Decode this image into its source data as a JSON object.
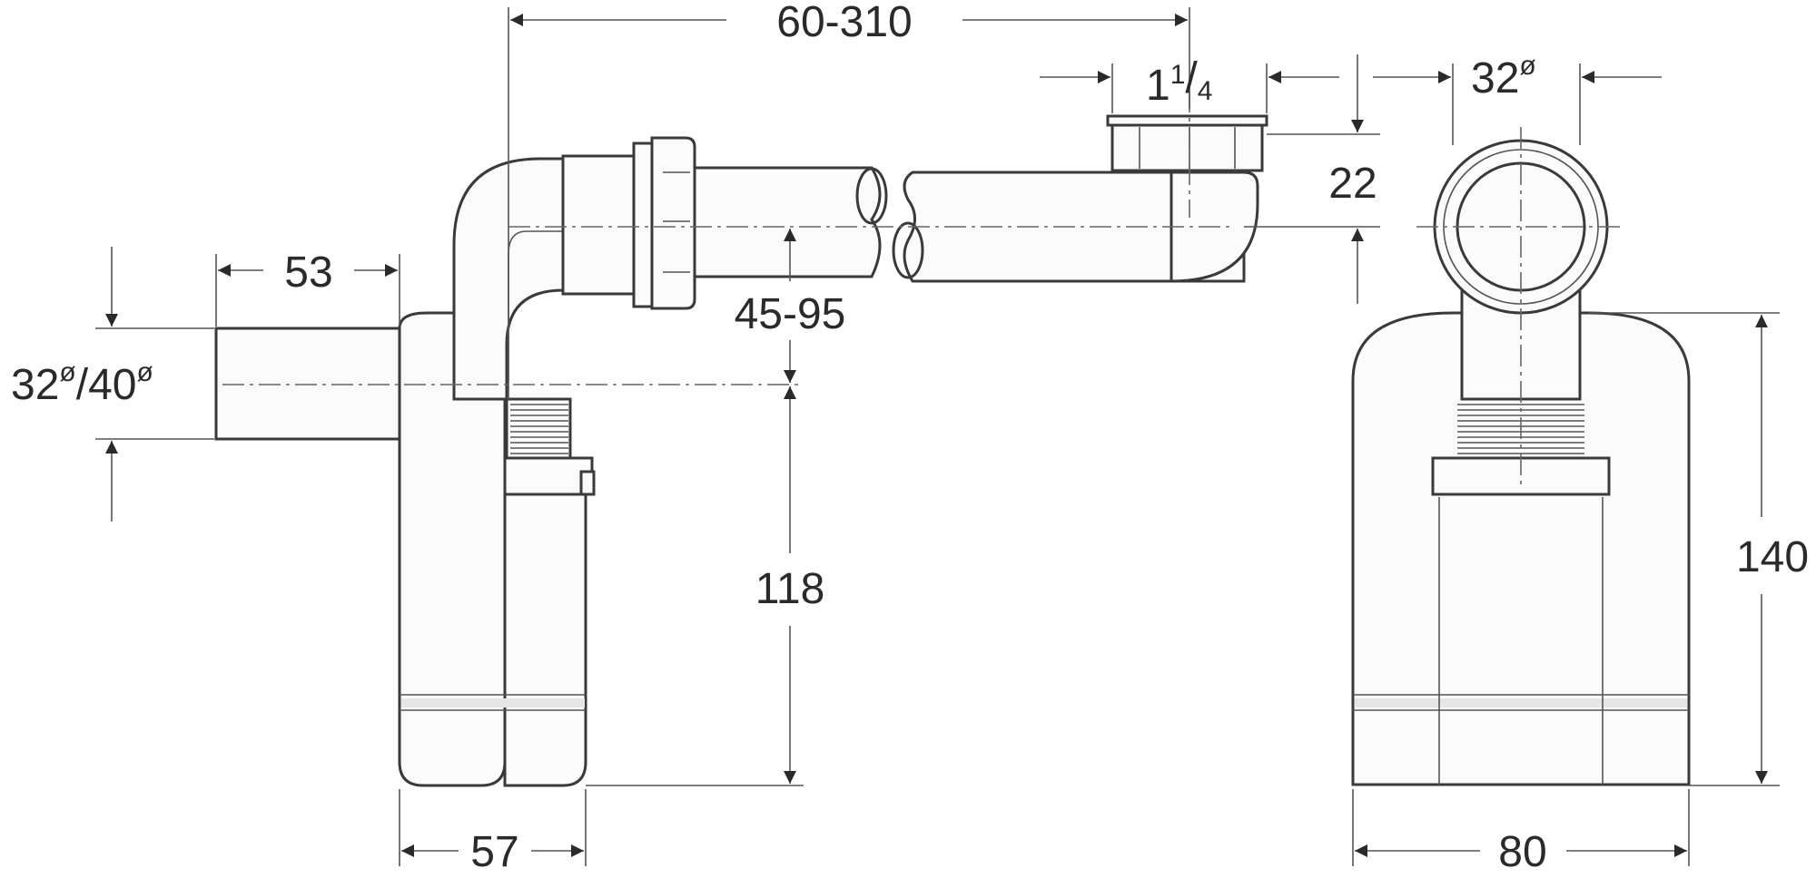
{
  "dimensions": {
    "pipe_length": "60-310",
    "thread_size": {
      "whole": "1",
      "numerator": "1",
      "denominator": "4"
    },
    "outlet_dia": "32",
    "diameter_symbol": "ø",
    "inlet_dia_a": "32",
    "inlet_dia_b": "40",
    "side_width": "53",
    "height_offset": "22",
    "height_range": "45-95",
    "trap_height": "118",
    "total_height": "140",
    "trap_width": "57",
    "front_width": "80"
  },
  "colors": {
    "line": "#3a3a3a",
    "shade": "#e6e6e6",
    "background": "#ffffff"
  }
}
